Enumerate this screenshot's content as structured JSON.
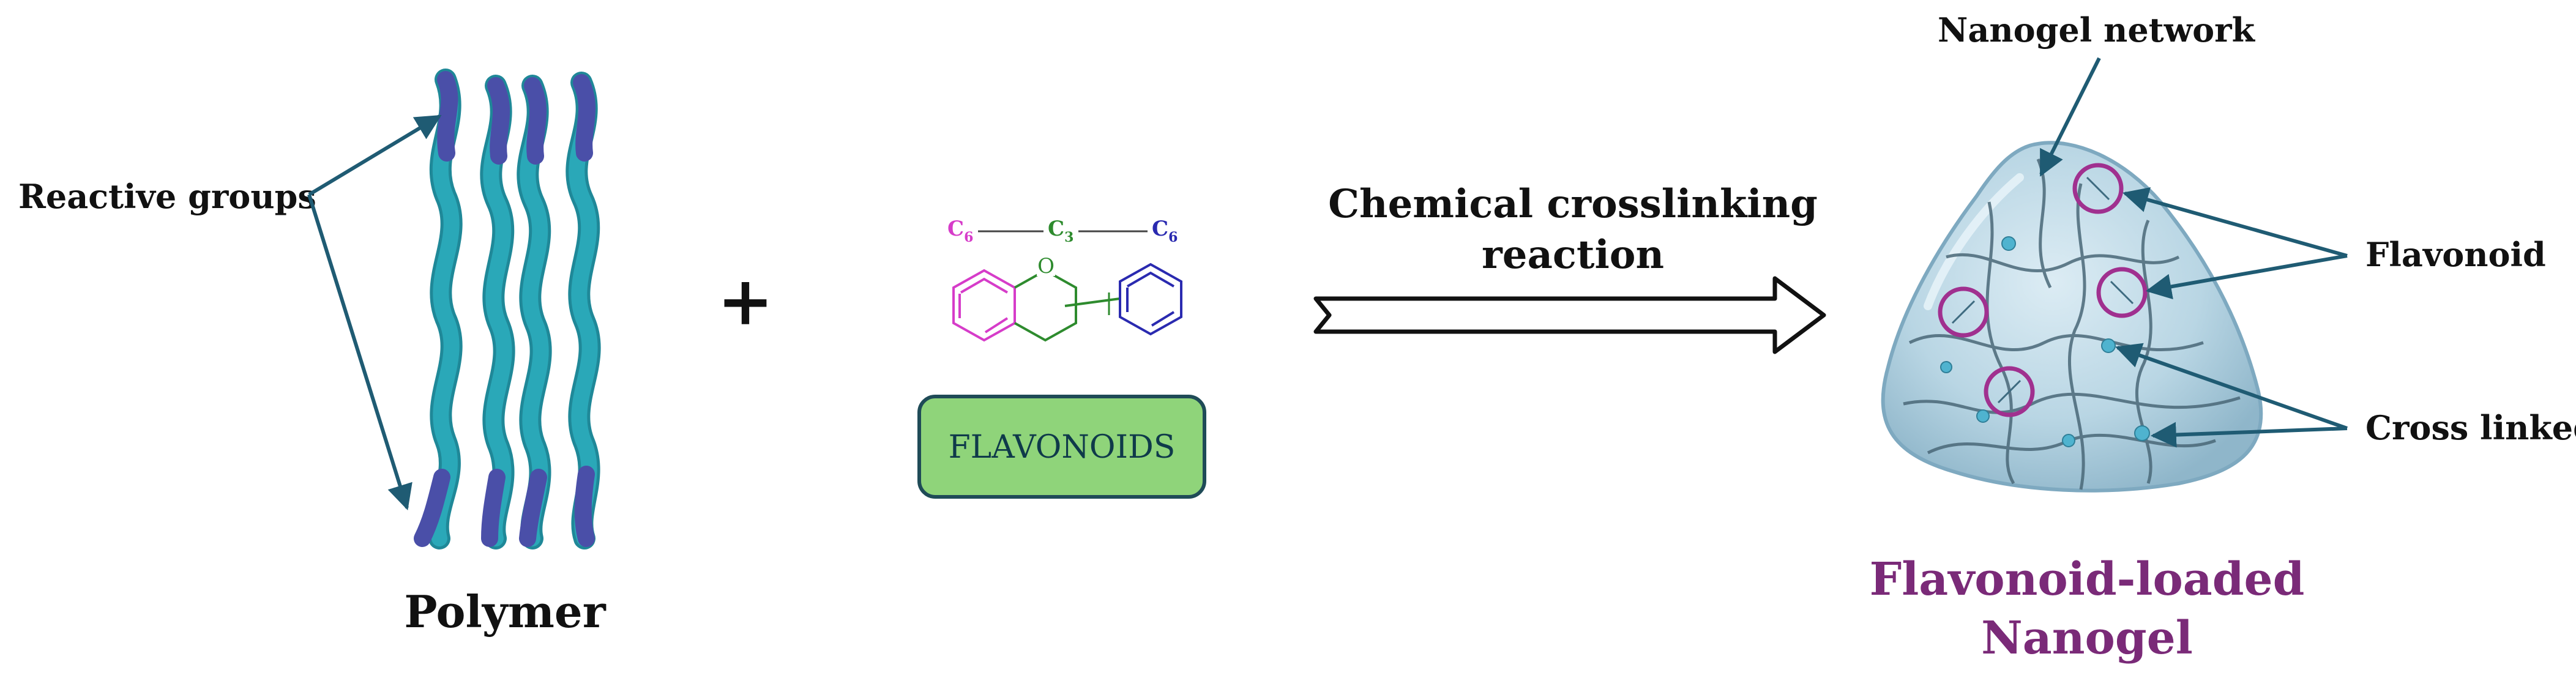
{
  "polymer": {
    "label": "Polymer",
    "reactive_groups_label": "Reactive groups"
  },
  "plus_sign": "+",
  "flavonoid_structure": {
    "ring_atom": "O",
    "left_group": {
      "letter": "C",
      "sub": "6"
    },
    "middle_group": {
      "letter": "C",
      "sub": "3"
    },
    "right_group": {
      "letter": "C",
      "sub": "6"
    },
    "badge_label": "FLAVONOIDS"
  },
  "reaction": {
    "line1": "Chemical crosslinking",
    "line2": "reaction"
  },
  "nanogel": {
    "network_label": "Nanogel network",
    "flavonoid_label": "Flavonoid",
    "crosslinked_label": "Cross linked",
    "title_line1": "Flavonoid-loaded",
    "title_line2": "Nanogel"
  },
  "colors": {
    "polymer_chain": "#2aa8b8",
    "reactive_end": "#4a4fa8",
    "arrow": "#1f5b73",
    "c6_left": "#d63cc9",
    "c3": "#2e8b2e",
    "c6_right": "#2a2ab0",
    "badge_fill": "#8fd47a",
    "badge_border": "#1f4b57",
    "badge_text": "#0f3a4a",
    "nanogel_fill": "#b9d6e4",
    "nanogel_edge": "#7ea9c0",
    "flavonoid_circle": "#a0308f",
    "crosslink_dot": "#4fb3cf",
    "title_color": "#7a2a78"
  }
}
